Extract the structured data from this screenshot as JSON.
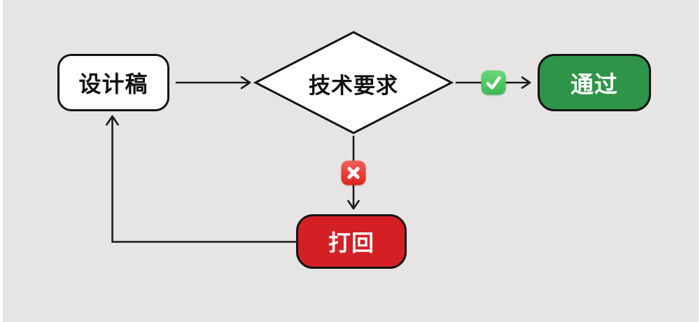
{
  "colors": {
    "background": "#e6e5e3",
    "node_border": "#141414",
    "arrow": "#1a1a1a",
    "pass_fill": "#2e9447",
    "reject_fill": "#d42025",
    "check_top": "#68d978",
    "check_bottom": "#3db757",
    "cross_top": "#f2615b",
    "cross_bottom": "#da251d"
  },
  "nodes": {
    "design_draft": {
      "label": "设计稿"
    },
    "decision": {
      "label": "技术要求"
    },
    "pass": {
      "label": "通过"
    },
    "reject": {
      "label": "打回"
    }
  },
  "icons": {
    "check": "check-mark-button",
    "cross": "cross-mark-button"
  }
}
